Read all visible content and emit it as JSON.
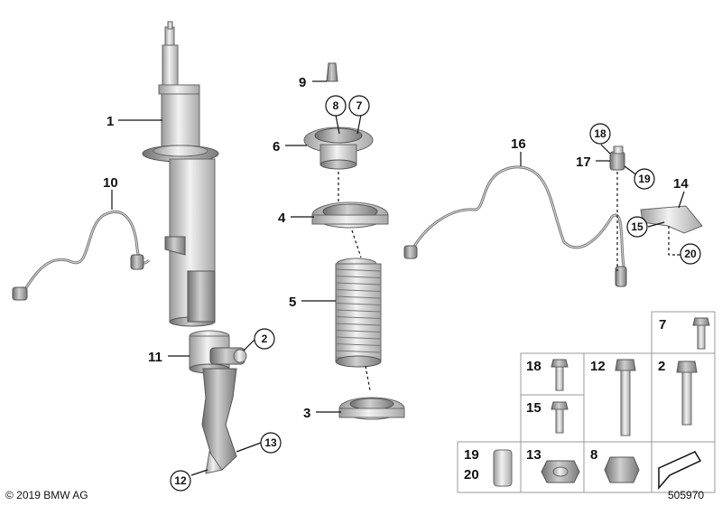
{
  "part_labels": {
    "p1": "1",
    "p2": "2",
    "p3": "3",
    "p4": "4",
    "p5": "5",
    "p6": "6",
    "p7": "7",
    "p8": "8",
    "p9": "9",
    "p10": "10",
    "p11": "11",
    "p12": "12",
    "p13": "13",
    "p14": "14",
    "p15": "15",
    "p16": "16",
    "p17": "17",
    "p18": "18",
    "p19": "19",
    "p20": "20"
  },
  "hardware_grid": {
    "c7": "7",
    "c18": "18",
    "c12": "12",
    "c2": "2",
    "c15": "15",
    "c19": "19",
    "c20": "20",
    "c13": "13",
    "c8": "8"
  },
  "footer": {
    "copyright": "© 2019 BMW AG",
    "diagram_number": "505970"
  }
}
